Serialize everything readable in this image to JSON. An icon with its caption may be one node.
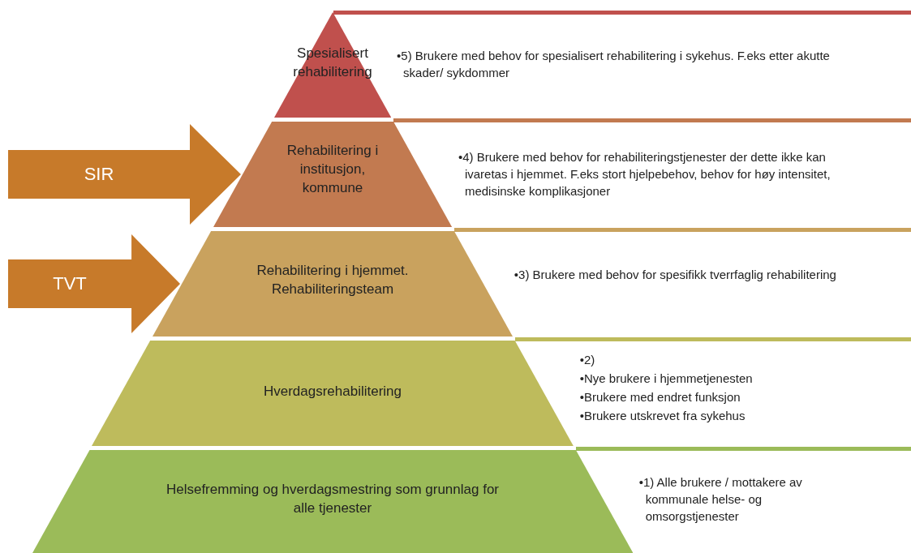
{
  "diagram": {
    "nodes": [
      {
        "text": [
          "Spesialisert rehabilitering"
        ]
      },
      {
        "text": [
          "•5) Brukere med behov for spesialisert rehabilitering i sykehus. F.eks etter akutte skader/ sykdommer"
        ]
      },
      {
        "text": [
          "Rehabilitering i institusjon, kommune"
        ]
      },
      {
        "text": [
          "•4) Brukere med behov for rehabiliteringstjenester der dette ikke kan ivaretas i hjemmet. F.eks stort hjelpebehov, behov for høy intensitet, medisinske komplikasjoner"
        ]
      },
      {
        "text": [
          "Rehabilitering i hjemmet. Rehabiliteringsteam"
        ]
      },
      {
        "text": [
          "•3) Brukere med behov for spesifikk tverrfaglig rehabilitering"
        ]
      },
      {
        "text": [
          "Hverdagsrehabilitering"
        ]
      },
      {
        "text": [
          "•2)",
          "•Nye brukere i hjemmetjenesten",
          "•Brukere med endret funksjon",
          "•Brukere utskrevet fra sykehus"
        ]
      },
      {
        "text": [
          "Helsefremming og hverdagsmestring som grunnlag for alle tjenester"
        ]
      },
      {
        "text": [
          "•1) Alle brukere / mottakere av kommunale helse- og omsorgstjenester"
        ]
      }
    ],
    "edges": [
      {
        "from": null,
        "to": 2,
        "arrow": "to",
        "label": "SIR",
        "style": "thick"
      },
      {
        "from": null,
        "to": 4,
        "arrow": "to",
        "label": "TVT",
        "style": "thick"
      }
    ]
  }
}
